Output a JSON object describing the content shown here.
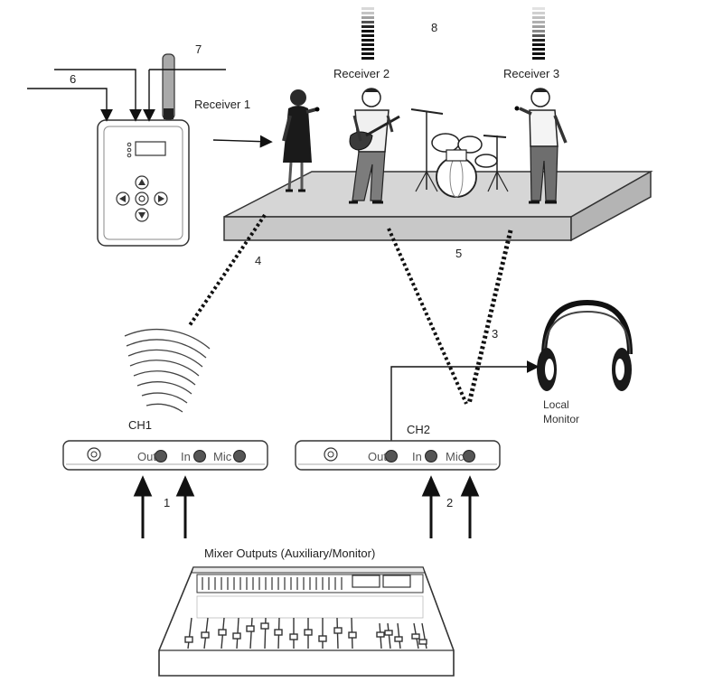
{
  "callouts": {
    "n1": "1",
    "n2": "2",
    "n3": "3",
    "n4": "4",
    "n5": "5",
    "n6": "6",
    "n7": "7",
    "n8": "8"
  },
  "receivers": {
    "r1": "Receiver 1",
    "r2": "Receiver 2",
    "r3": "Receiver 3"
  },
  "channels": {
    "ch1": {
      "title": "CH1",
      "out": "Out",
      "in": "In",
      "mic": "Mic"
    },
    "ch2": {
      "title": "CH2",
      "out": "Out",
      "in": "In",
      "mic": "Mic"
    }
  },
  "monitor": {
    "line1": "Local",
    "line2": "Monitor"
  },
  "mixer": {
    "label": "Mixer Outputs (Auxiliary/Monitor)"
  }
}
